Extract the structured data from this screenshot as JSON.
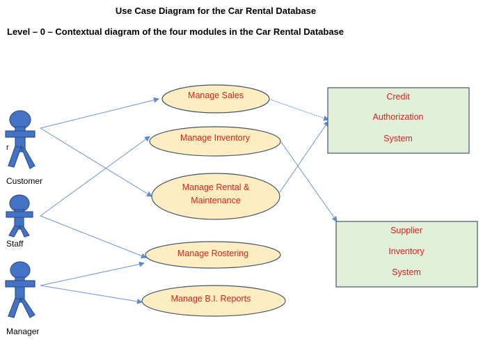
{
  "title": "Use Case Diagram for the Car Rental Database",
  "subtitle": "Level – 0 – Contextual diagram of the four modules in the Car Rental Database",
  "stray_text": "r",
  "actors": [
    {
      "id": "customer",
      "label": "Customer"
    },
    {
      "id": "staff",
      "label": "Staff"
    },
    {
      "id": "manager",
      "label": "Manager"
    }
  ],
  "use_cases": [
    {
      "id": "sales",
      "lines": [
        "Manage Sales"
      ]
    },
    {
      "id": "inventory",
      "lines": [
        "Manage Inventory"
      ]
    },
    {
      "id": "rental",
      "lines": [
        "Manage Rental &",
        "Maintenance"
      ]
    },
    {
      "id": "rostering",
      "lines": [
        "Manage Rostering"
      ]
    },
    {
      "id": "reports",
      "lines": [
        "Manage B.I. Reports"
      ]
    }
  ],
  "systems": [
    {
      "id": "credit",
      "lines": [
        "Credit",
        "Authorization",
        "System"
      ]
    },
    {
      "id": "supplier",
      "lines": [
        "Supplier",
        "Inventory",
        "System"
      ]
    }
  ],
  "colors": {
    "actor_fill": "#4472c4",
    "actor_stroke": "#2f528f",
    "usecase_fill": "#fdedc0",
    "usecase_stroke": "#44546a",
    "system_fill": "#e2efd9",
    "system_stroke": "#44546a",
    "arrow": "#5b8bd0",
    "label_red": "#e0201b"
  }
}
